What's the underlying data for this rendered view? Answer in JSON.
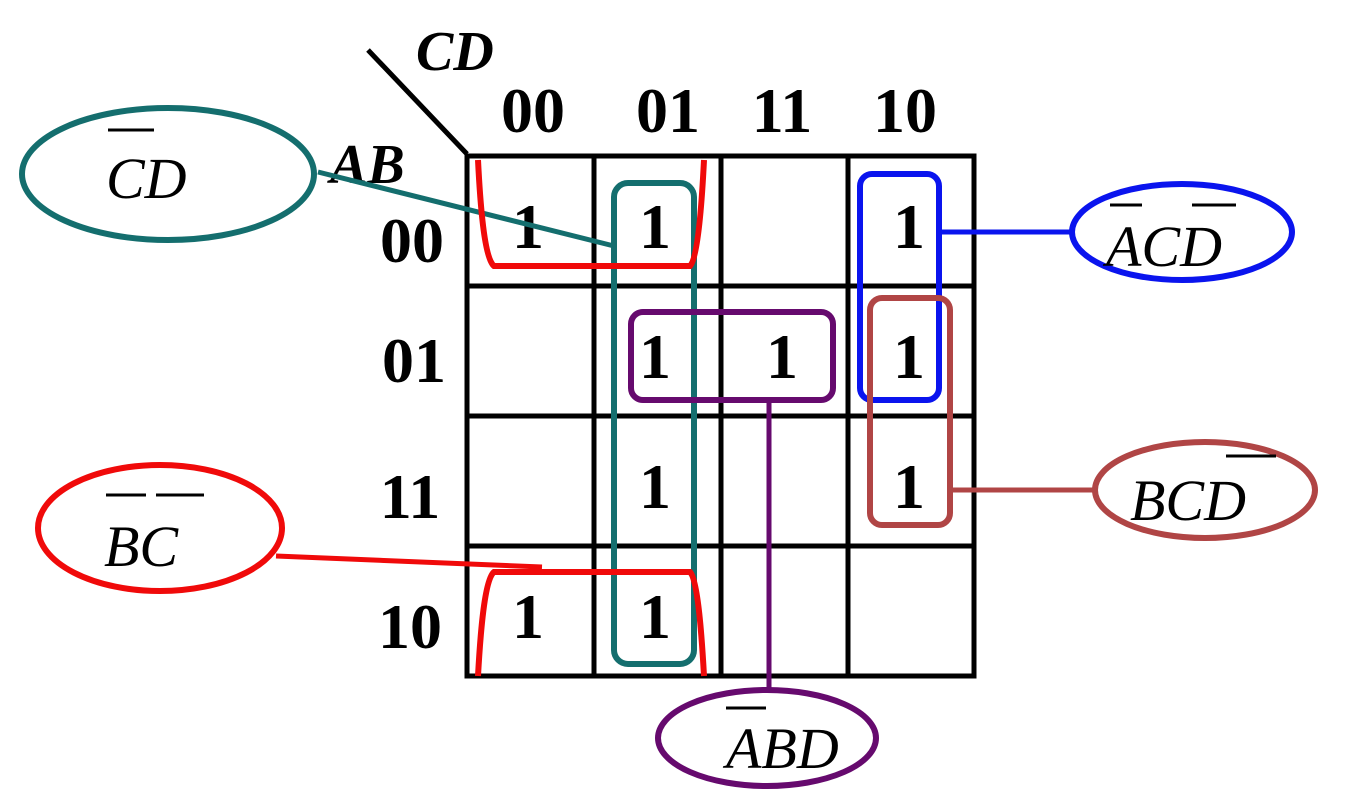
{
  "kmap": {
    "row_var": "AB",
    "col_var": "CD",
    "col_headers": [
      "00",
      "01",
      "11",
      "10"
    ],
    "row_headers": [
      "00",
      "01",
      "11",
      "10"
    ],
    "cells": [
      [
        "1",
        "1",
        "",
        "1"
      ],
      [
        "",
        "1",
        "1",
        "1"
      ],
      [
        "",
        "1",
        "",
        "1"
      ],
      [
        "1",
        "1",
        "",
        ""
      ]
    ]
  },
  "groups": {
    "cd_bar": {
      "label": "CD",
      "color": "#146e6e"
    },
    "acd_bar": {
      "label": "ACD",
      "color": "#0a14ee"
    },
    "bcd_bar": {
      "label": "BCD",
      "color": "#b04545"
    },
    "bc_bar": {
      "label": "BC",
      "color": "#f00a0a"
    },
    "abd_bar": {
      "label": "ABD",
      "color": "#660a6e"
    }
  }
}
